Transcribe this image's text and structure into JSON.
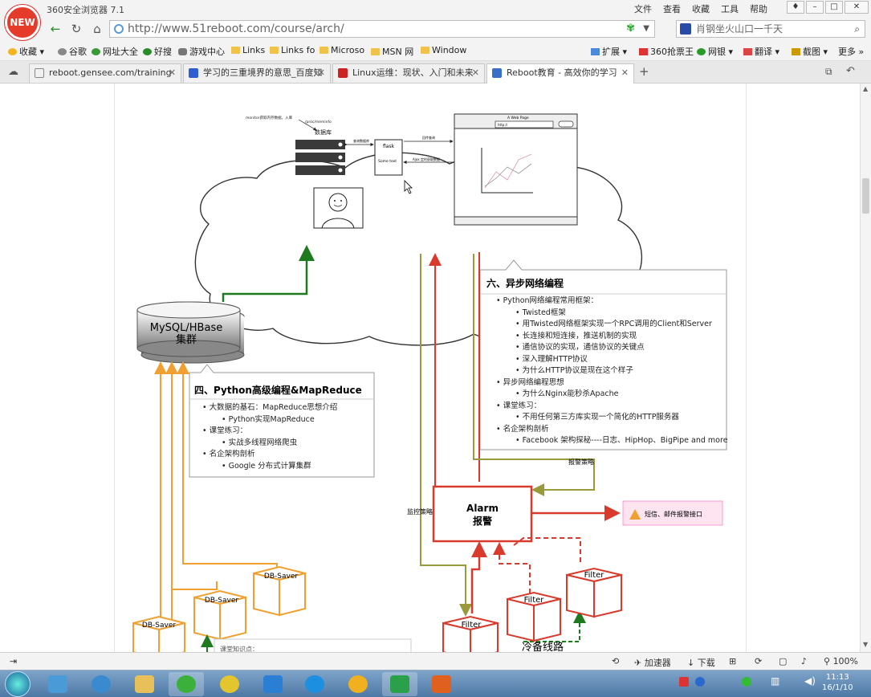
{
  "window": {
    "badge": "NEW",
    "app_title": "360安全浏览器 7.1",
    "menu": [
      "文件",
      "查看",
      "收藏",
      "工具",
      "帮助"
    ]
  },
  "nav": {
    "url": "http://www.51reboot.com/course/arch/",
    "search_placeholder": "肖钢坐火山口一千天"
  },
  "bookmarks": {
    "left": [
      "收藏",
      "谷歌",
      "网址大全",
      "好搜",
      "游戏中心",
      "Links",
      "Links fo",
      "Microso",
      "MSN 网",
      "Window"
    ],
    "right": [
      "扩展",
      "360抢票王",
      "网银",
      "翻译",
      "截图",
      "更多"
    ]
  },
  "tabs": [
    {
      "title": "reboot.gensee.com/training",
      "active": false
    },
    {
      "title": "学习的三重境界的意思_百度知",
      "active": false
    },
    {
      "title": "Linux运维：现状、入门和未来",
      "active": false
    },
    {
      "title": "Reboot教育 - 高效你的学习",
      "active": true
    }
  ],
  "diagram": {
    "cloud": {
      "db_label": "数据库",
      "flask_title": "flask",
      "flask_body": "Some text",
      "browser_title": "A Web Page",
      "browser_url": "http://",
      "monitor_note": "monitor获取内存数据，入库",
      "proc_path": "/proc/meminfo",
      "query_db": "查询数据库",
      "return_query": "回传查询",
      "ajax_note": "Ajax 定时获取数据"
    },
    "mysql": {
      "line1": "MySQL/HBase",
      "line2": "集群"
    },
    "section4": {
      "title": "四、Python高级编程&MapReduce",
      "items": [
        {
          "level": 1,
          "text": "大数据的基石：MapReduce思想介绍"
        },
        {
          "level": 2,
          "text": "Python实现MapReduce"
        },
        {
          "level": 1,
          "text": "课堂练习："
        },
        {
          "level": 2,
          "text": "实战多线程网络爬虫"
        },
        {
          "level": 1,
          "text": "名企架构剖析"
        },
        {
          "level": 2,
          "text": "Google 分布式计算集群"
        }
      ]
    },
    "section6": {
      "title": "六、异步网络编程",
      "items": [
        {
          "level": 1,
          "text": "Python网络编程常用框架："
        },
        {
          "level": 2,
          "text": "Twisted框架"
        },
        {
          "level": 2,
          "text": "用Twisted网络框架实现一个RPC调用的Client和Server"
        },
        {
          "level": 2,
          "text": "长连接和短连接，推送机制的实现"
        },
        {
          "level": 2,
          "text": "通信协议的实现，通信协议的关键点"
        },
        {
          "level": 2,
          "text": "深入理解HTTP协议"
        },
        {
          "level": 2,
          "text": "为什么HTTP协议是现在这个样子"
        },
        {
          "level": 1,
          "text": "异步网络编程思想"
        },
        {
          "level": 2,
          "text": "为什么Nginx能秒杀Apache"
        },
        {
          "level": 1,
          "text": "课堂练习："
        },
        {
          "level": 2,
          "text": "不用任何第三方库实现一个简化的HTTP服务器"
        },
        {
          "level": 1,
          "text": "名企架构剖析"
        },
        {
          "level": 2,
          "text": "Facebook 架构探秘----日志、HipHop、BigPipe and more"
        }
      ]
    },
    "alarm": {
      "line1": "Alarm",
      "line2": "报警"
    },
    "notify": "短信、邮件报警接口",
    "alarm_strategy": "报警策略",
    "monitor_strategy": "监控策略",
    "dbsaver": "DB-Saver",
    "filter": "Filter",
    "cold_line": "冷备线路",
    "class_note": "课堂知识点："
  },
  "status": {
    "accelerator": "加速器",
    "download": "下载",
    "zoom": "100%"
  },
  "clock": {
    "time": "11:13",
    "date": "16/1/10"
  },
  "colors": {
    "red": "#d93a2b",
    "green": "#1f7a1f",
    "orange": "#f0a030",
    "olive": "#9a9a3a"
  }
}
